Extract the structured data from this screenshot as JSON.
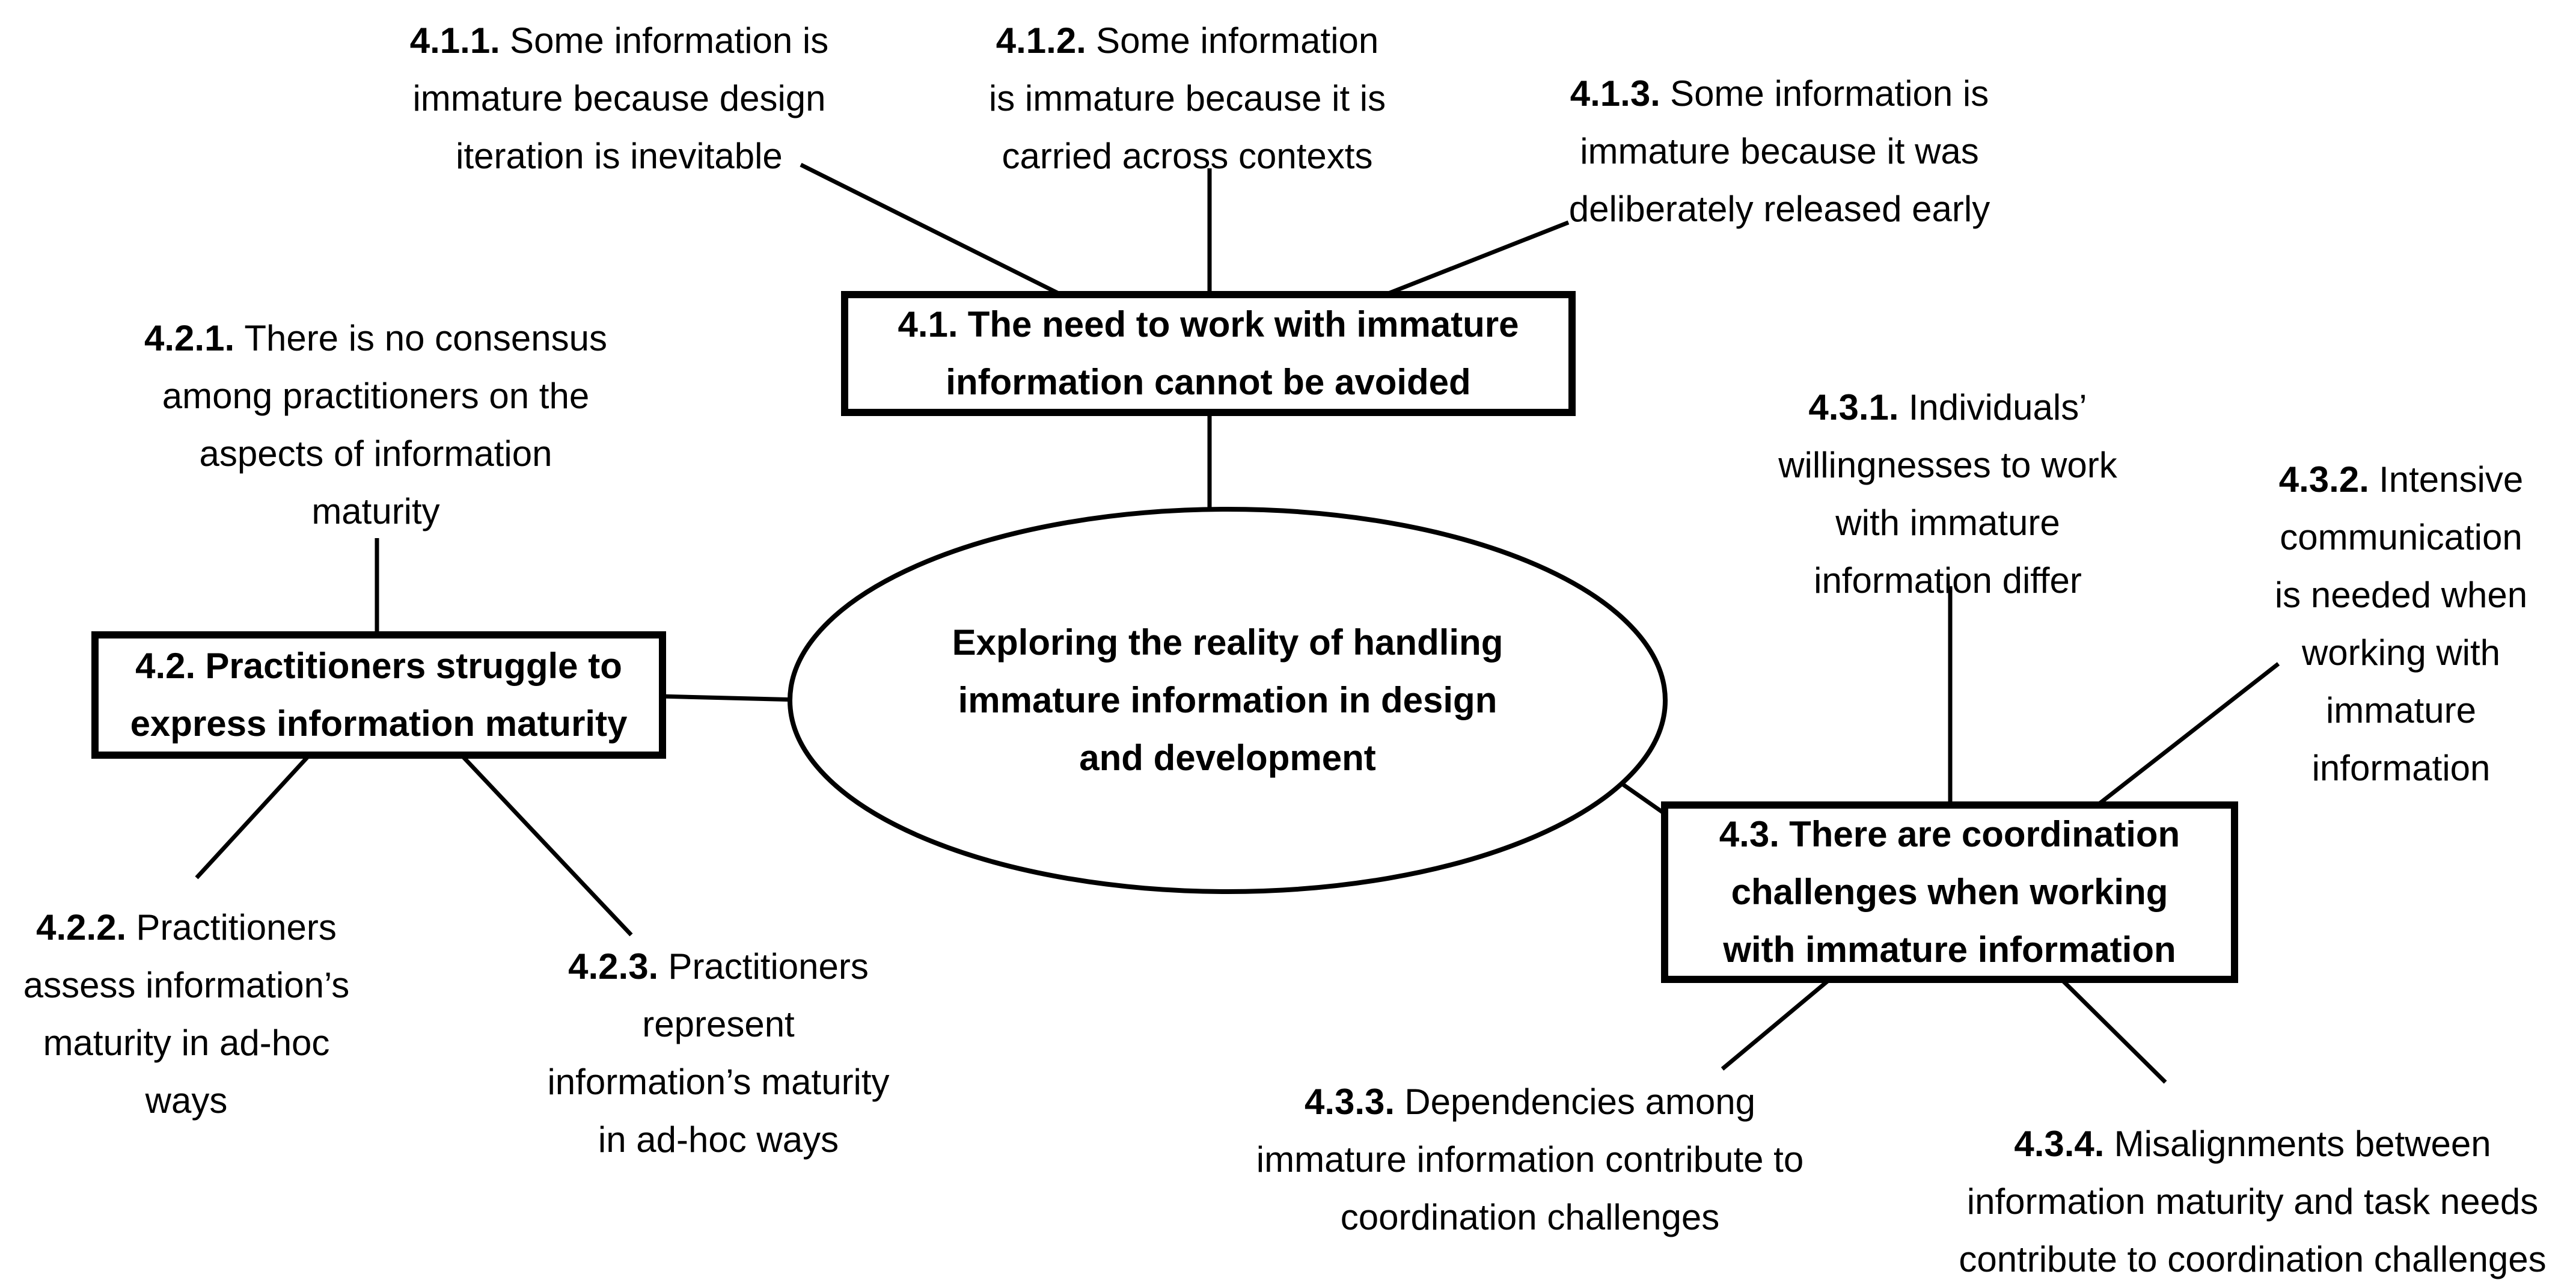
{
  "diagram": {
    "colors": {
      "background": "#ffffff",
      "stroke": "#000000",
      "text": "#000000"
    },
    "center": {
      "text": "Exploring the reality of handling\nimmature information in design\nand development"
    },
    "themes": {
      "t41": {
        "num": "4.1.",
        "text": "The need to work with immature\ninformation cannot be avoided"
      },
      "t42": {
        "num": "4.2.",
        "text": "Practitioners struggle to\nexpress information maturity"
      },
      "t43": {
        "num": "4.3.",
        "text": "There are coordination\nchallenges when working\nwith immature information"
      }
    },
    "subthemes": {
      "s411": {
        "num": "4.1.1.",
        "text": "Some information is\nimmature because design\niteration is inevitable"
      },
      "s412": {
        "num": "4.1.2.",
        "text": "Some information\nis immature because it is\ncarried across contexts"
      },
      "s413": {
        "num": "4.1.3.",
        "text": "Some information is\nimmature because it was\ndeliberately released early"
      },
      "s421": {
        "num": "4.2.1.",
        "text": "There is no consensus\namong practitioners on the\naspects of information\nmaturity"
      },
      "s422": {
        "num": "4.2.2.",
        "text": "Practitioners\nassess information’s\nmaturity in ad-hoc\nways"
      },
      "s423": {
        "num": "4.2.3.",
        "text": "Practitioners\nrepresent\ninformation’s maturity\nin ad-hoc ways"
      },
      "s431": {
        "num": "4.3.1.",
        "text": "Individuals’\nwillingnesses to work\nwith immature\ninformation differ"
      },
      "s432": {
        "num": "4.3.2.",
        "text": "Intensive\ncommunication\nis needed when\nworking with\nimmature\ninformation"
      },
      "s433": {
        "num": "4.3.3.",
        "text": "Dependencies among\nimmature information contribute to\ncoordination challenges"
      },
      "s434": {
        "num": "4.3.4.",
        "text": "Misalignments between\ninformation maturity and task needs\ncontribute to coordination challenges"
      }
    }
  }
}
